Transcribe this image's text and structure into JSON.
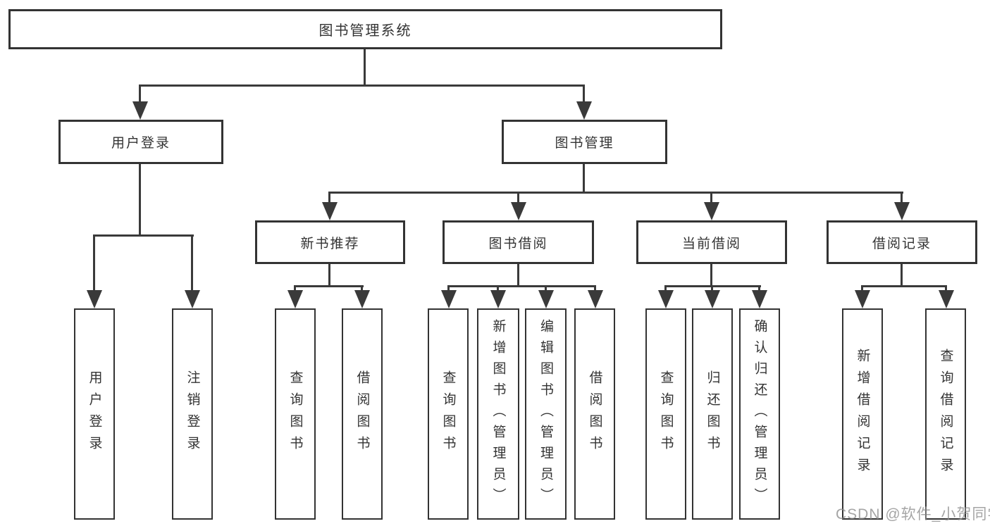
{
  "diagram": {
    "type": "hierarchy-flowchart",
    "colors": {
      "line": "#3a3a3a",
      "border": "#333333",
      "text": "#333333",
      "background": "#ffffff",
      "watermark_text": "#8f8f8f"
    },
    "watermark": "CSDN @软件_小贺同学",
    "tree": {
      "label": "图书管理系统",
      "children": [
        {
          "label": "用户登录",
          "children": [
            {
              "label": "用户登录"
            },
            {
              "label": "注销登录"
            }
          ]
        },
        {
          "label": "图书管理",
          "children": [
            {
              "label": "新书推荐",
              "children": [
                {
                  "label": "查询图书"
                },
                {
                  "label": "借阅图书"
                }
              ]
            },
            {
              "label": "图书借阅",
              "children": [
                {
                  "label": "查询图书"
                },
                {
                  "label": "新增图书（管理员）"
                },
                {
                  "label": "编辑图书（管理员）"
                },
                {
                  "label": "借阅图书"
                }
              ]
            },
            {
              "label": "当前借阅",
              "children": [
                {
                  "label": "查询图书"
                },
                {
                  "label": "归还图书"
                },
                {
                  "label": "确认归还（管理员）"
                }
              ]
            },
            {
              "label": "借阅记录",
              "children": [
                {
                  "label": "新增借阅记录"
                },
                {
                  "label": "查询借阅记录"
                }
              ]
            }
          ]
        }
      ]
    }
  }
}
